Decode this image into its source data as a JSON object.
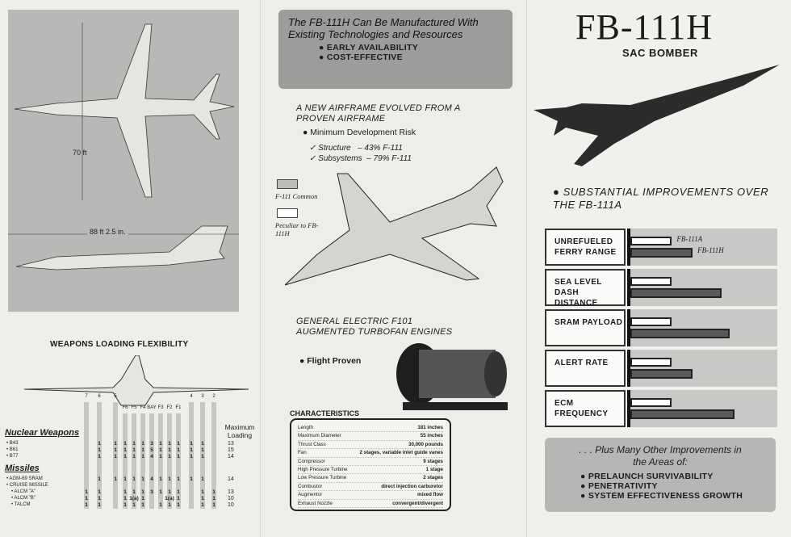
{
  "left": {
    "dim_length": "70 ft",
    "dim_span": "88 ft 2.5 in.",
    "weapons_title": "WEAPONS LOADING FLEXIBILITY",
    "stations": [
      "7",
      "6",
      "5",
      "F6",
      "F5",
      "F4",
      "BAY",
      "F3",
      "F2",
      "F1",
      "4",
      "3",
      "2"
    ],
    "max_loading_label": "Maximum Loading",
    "nuclear_title": "Nuclear Weapons",
    "missiles_title": "Missiles",
    "rows": [
      {
        "label": "• B43",
        "cells": [
          "",
          "1",
          "1",
          "1",
          "1",
          "1",
          "3",
          "1",
          "1",
          "1",
          "1",
          "1",
          ""
        ],
        "max": "13"
      },
      {
        "label": "• B61",
        "cells": [
          "",
          "1",
          "1",
          "1",
          "1",
          "1",
          "5",
          "1",
          "1",
          "1",
          "1",
          "1",
          ""
        ],
        "max": "15"
      },
      {
        "label": "• B77",
        "cells": [
          "",
          "1",
          "1",
          "1",
          "1",
          "1",
          "4",
          "1",
          "1",
          "1",
          "1",
          "1",
          ""
        ],
        "max": "14"
      },
      {
        "label": "• AGM-69 SRAM",
        "cells": [
          "",
          "1",
          "1",
          "1",
          "1",
          "1",
          "4",
          "1",
          "1",
          "1",
          "1",
          "1",
          ""
        ],
        "max": "14"
      },
      {
        "label": "• CRUISE MISSILE",
        "cells": [
          "",
          "",
          "",
          "",
          "",
          "",
          "",
          "",
          "",
          "",
          "",
          "",
          ""
        ],
        "max": ""
      },
      {
        "label": "• ALCM \"A\"",
        "cells": [
          "1",
          "1",
          "",
          "1",
          "1",
          "1",
          "3",
          "1",
          "1",
          "1",
          "",
          "1",
          "1"
        ],
        "max": "13"
      },
      {
        "label": "• ALCM \"B\"",
        "cells": [
          "1",
          "1",
          "",
          "1",
          "1(a)",
          "1",
          "",
          "",
          "1(a)",
          "1",
          "",
          "1",
          "1"
        ],
        "max": "10"
      },
      {
        "label": "• TALCM",
        "cells": [
          "1",
          "1",
          "",
          "1",
          "1",
          "1",
          "",
          "1",
          "1",
          "1",
          "",
          "1",
          "1"
        ],
        "max": "10"
      }
    ]
  },
  "middle": {
    "callout_title": "The FB-111H Can Be Manufactured With Existing Technologies and Resources",
    "callout_bullets": [
      "● EARLY AVAILABILITY",
      "● COST-EFFECTIVE"
    ],
    "airframe_title": "A NEW AIRFRAME EVOLVED FROM A PROVEN AIRFRAME",
    "airframe_bullet": "● Minimum Development Risk",
    "structure": "✓ Structure   – 43% F-111",
    "subsystems": "✓ Subsystems  – 79% F-111",
    "legend_common": "F-111 Common",
    "legend_peculiar": "Peculiar to FB-111H",
    "engine_title": "GENERAL ELECTRIC F101 AUGMENTED TURBOFAN ENGINES",
    "engine_bullet": "● Flight Proven",
    "char_title": "CHARACTERISTICS",
    "characteristics": [
      [
        "Length",
        "181 inches"
      ],
      [
        "Maximum Diameter",
        "55 inches"
      ],
      [
        "Thrust Class",
        "30,000 pounds"
      ],
      [
        "Fan",
        "2 stages, variable inlet guide vanes"
      ],
      [
        "Compressor",
        "9 stages"
      ],
      [
        "High Pressure Turbine",
        "1 stage"
      ],
      [
        "Low Pressure Turbine",
        "2 stages"
      ],
      [
        "Combustor",
        "direct injection carburetor"
      ],
      [
        "Augmentor",
        "mixed flow"
      ],
      [
        "Exhaust Nozzle",
        "convergent/divergent"
      ]
    ]
  },
  "right": {
    "title": "FB-111H",
    "subtitle": "SAC BOMBER",
    "improvements": "● SUBSTANTIAL IMPROVEMENTS OVER THE FB-111A",
    "chart_data": {
      "type": "bar",
      "categories": [
        "UNREFUELED FERRY RANGE",
        "SEA LEVEL DASH DISTANCE",
        "SRAM PAYLOAD",
        "ALERT RATE",
        "ECM FREQUENCY"
      ],
      "series": [
        {
          "name": "FB-111A",
          "values": [
            1.0,
            1.0,
            1.0,
            1.0,
            1.0
          ]
        },
        {
          "name": "FB-111H",
          "values": [
            1.5,
            2.2,
            2.4,
            1.5,
            2.5
          ]
        }
      ],
      "xlim": [
        0,
        3.5
      ]
    },
    "more_title": ". . . Plus Many Other Improvements in the Areas of:",
    "more_bullets": [
      "● PRELAUNCH SURVIVABILITY",
      "● PENETRATIVITY",
      "● SYSTEM EFFECTIVENESS GROWTH"
    ],
    "colors": {
      "fb111a": "#ffffff",
      "fb111h": "#5a5a5a",
      "panel": "#c9c8c6"
    }
  }
}
